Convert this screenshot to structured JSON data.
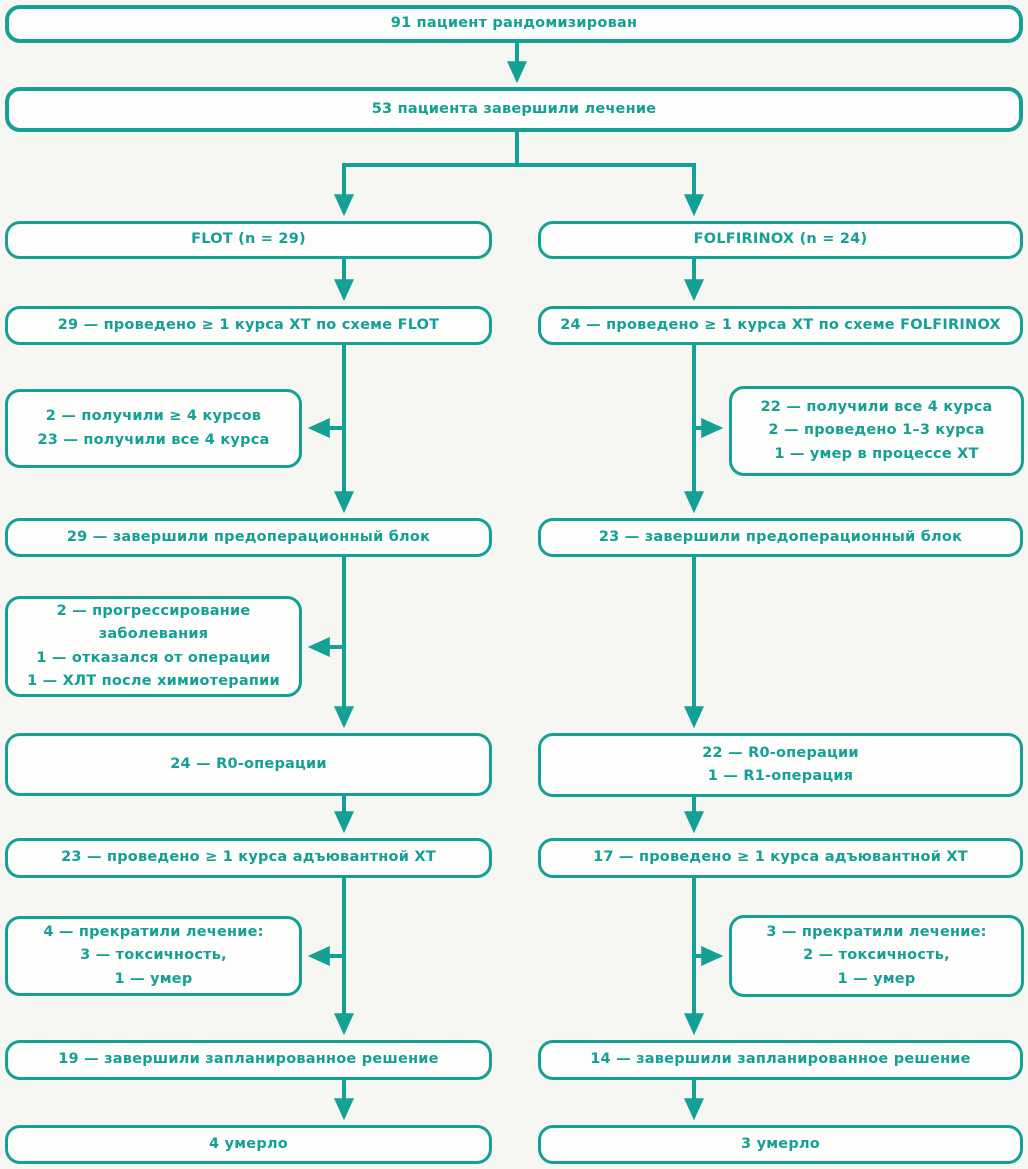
{
  "colors": {
    "accent": "#14A094",
    "background": "#F6F6F3",
    "box_fill": "#FDFDFB"
  },
  "diagram": {
    "type": "flowchart",
    "language": "ru",
    "description": "CONSORT-style patient flow: FLOT vs FOLFIRINOX arms"
  },
  "nodes": {
    "randomized": {
      "lines": [
        "91 пациент рандомизирован"
      ]
    },
    "completed": {
      "lines": [
        "53 пациента завершили лечение"
      ]
    },
    "flot_arm": {
      "lines": [
        "FLOT (n = 29)"
      ]
    },
    "folf_arm": {
      "lines": [
        "FOLFIRINOX (n = 24)"
      ]
    },
    "flot_course": {
      "lines": [
        "29 — проведено ≥ 1 курса ХТ по схеме FLOT"
      ]
    },
    "folf_course": {
      "lines": [
        "24 — проведено ≥ 1 курса ХТ по схеме FOLFIRINOX"
      ]
    },
    "flot_side1": {
      "lines": [
        "2 — получили ≥ 4 курсов",
        "23 — получили все 4 курса"
      ]
    },
    "folf_side1": {
      "lines": [
        "22 — получили все 4 курса",
        "2 — проведено 1–3 курса",
        "1 — умер в процессе ХТ"
      ]
    },
    "flot_preop": {
      "lines": [
        "29 — завершили предоперационный блок"
      ]
    },
    "folf_preop": {
      "lines": [
        "23 — завершили предоперационный блок"
      ]
    },
    "flot_side2": {
      "lines": [
        "2 — прогрессирование",
        "заболевания",
        "1 — отказался от операции",
        "1 — ХЛТ после химиотерапии"
      ]
    },
    "flot_r0": {
      "lines": [
        "24 — R0-операции"
      ]
    },
    "folf_r0": {
      "lines": [
        "22 — R0-операции",
        "1 — R1-операция"
      ]
    },
    "flot_adj": {
      "lines": [
        "23 — проведено ≥ 1 курса адъювантной ХТ"
      ]
    },
    "folf_adj": {
      "lines": [
        "17 — проведено ≥ 1 курса адъювантной ХТ"
      ]
    },
    "flot_side3": {
      "lines": [
        "4 — прекратили лечение:",
        "3 — токсичность,",
        "1 — умер"
      ]
    },
    "folf_side3": {
      "lines": [
        "3 — прекратили лечение:",
        "2 — токсичность,",
        "1 — умер"
      ]
    },
    "flot_completed": {
      "lines": [
        "19 — завершили запланированное решение"
      ]
    },
    "folf_completed": {
      "lines": [
        "14 — завершили запланированное решение"
      ]
    },
    "flot_died": {
      "lines": [
        "4 умерло"
      ]
    },
    "folf_died": {
      "lines": [
        "3 умерло"
      ]
    }
  }
}
